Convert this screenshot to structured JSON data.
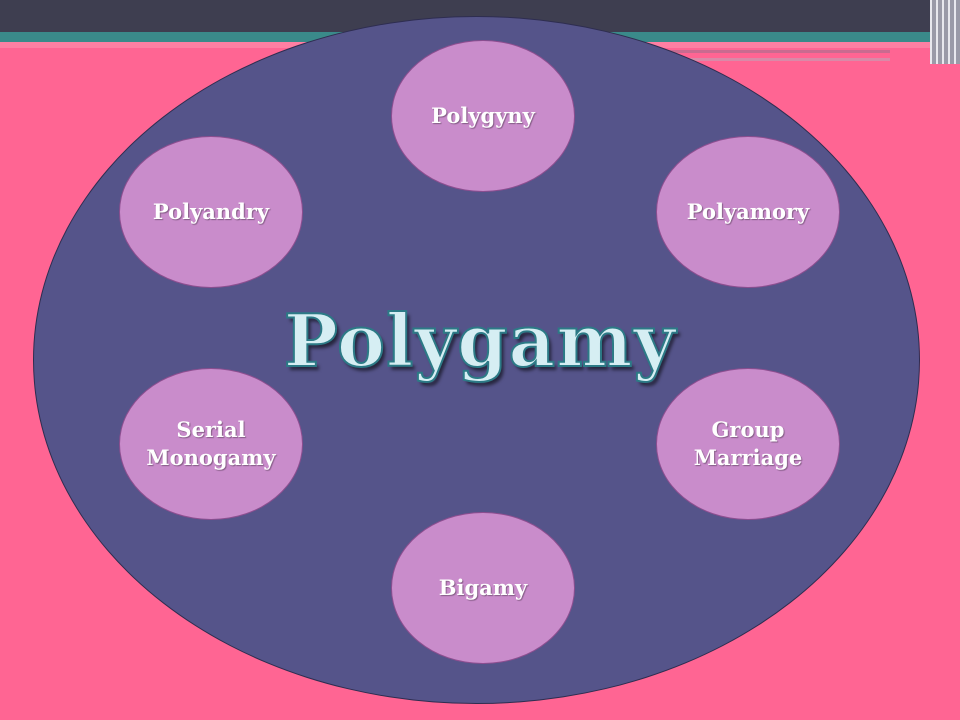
{
  "diagram": {
    "title": "Polygamy",
    "nodes": {
      "top": "Polygyny",
      "upper_left": "Polyandry",
      "upper_right": "Polyamory",
      "lower_left": "Serial\nMonogamy",
      "lower_right": "Group\nMarriage",
      "bottom": "Bigamy"
    }
  },
  "colors": {
    "background": "#ff6593",
    "outer_ellipse": "#55548a",
    "node_fill": "#c98ccb",
    "title_fill": "#d6eef3",
    "title_outline": "#2c7a86"
  }
}
